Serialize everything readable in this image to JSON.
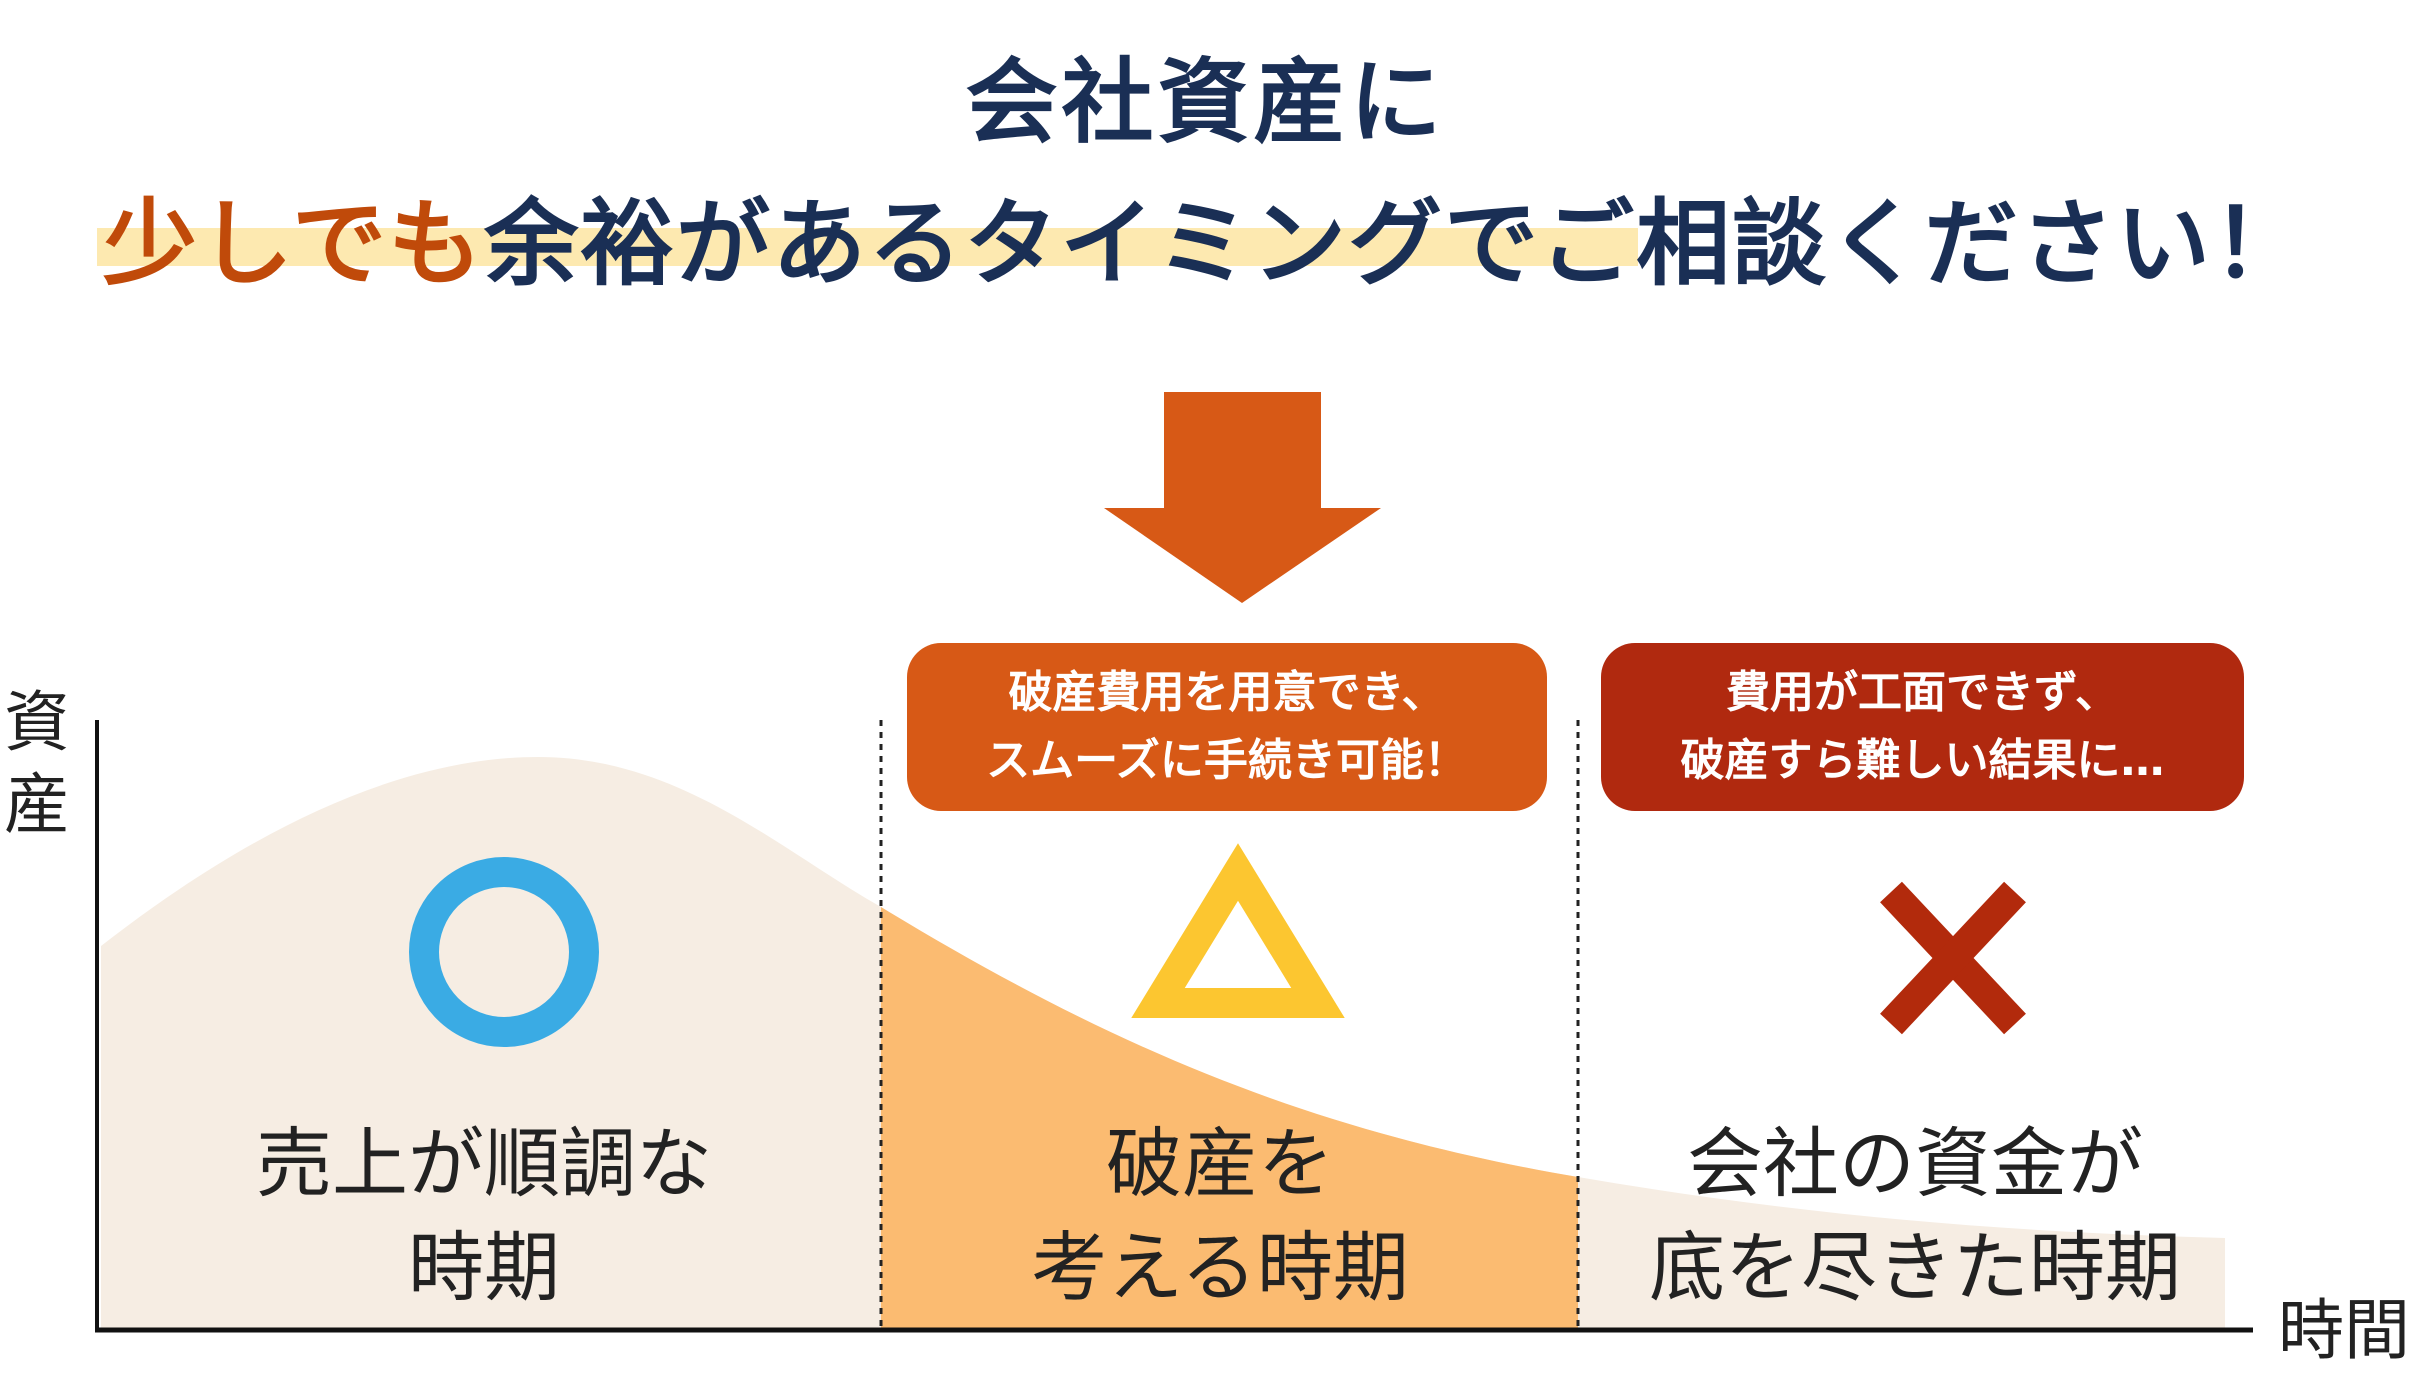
{
  "heading": {
    "line1": "会社資産に",
    "line2_emphasis": "少しでも",
    "line2_rest": "余裕があるタイミングでご相談ください！"
  },
  "callouts": [
    {
      "line1": "破産費用を用意でき、",
      "line2": "スムーズに手続き可能！",
      "color": "#d75916"
    },
    {
      "line1": "費用が工面できず、",
      "line2": "破産すら難しい結果に…",
      "color": "#b0290f"
    }
  ],
  "axes": {
    "y_label": [
      "資",
      "産"
    ],
    "x_label": "時間"
  },
  "phases": [
    {
      "mark": "circle",
      "line1": "売上が順調な",
      "line2": "時期",
      "color": "#3aabe4"
    },
    {
      "mark": "triangle",
      "line1": "破産を",
      "line2": "考える時期",
      "color": "#fcc630"
    },
    {
      "mark": "cross",
      "line1": "会社の資金が",
      "line2": "底を尽きた時期",
      "color": "#b22a0c"
    }
  ],
  "colors": {
    "navy": "#1a2f55",
    "accent": "#c04a0a",
    "arrow": "#d75916",
    "area": "#f6ede3",
    "area_highlight": "#fbbb71"
  }
}
